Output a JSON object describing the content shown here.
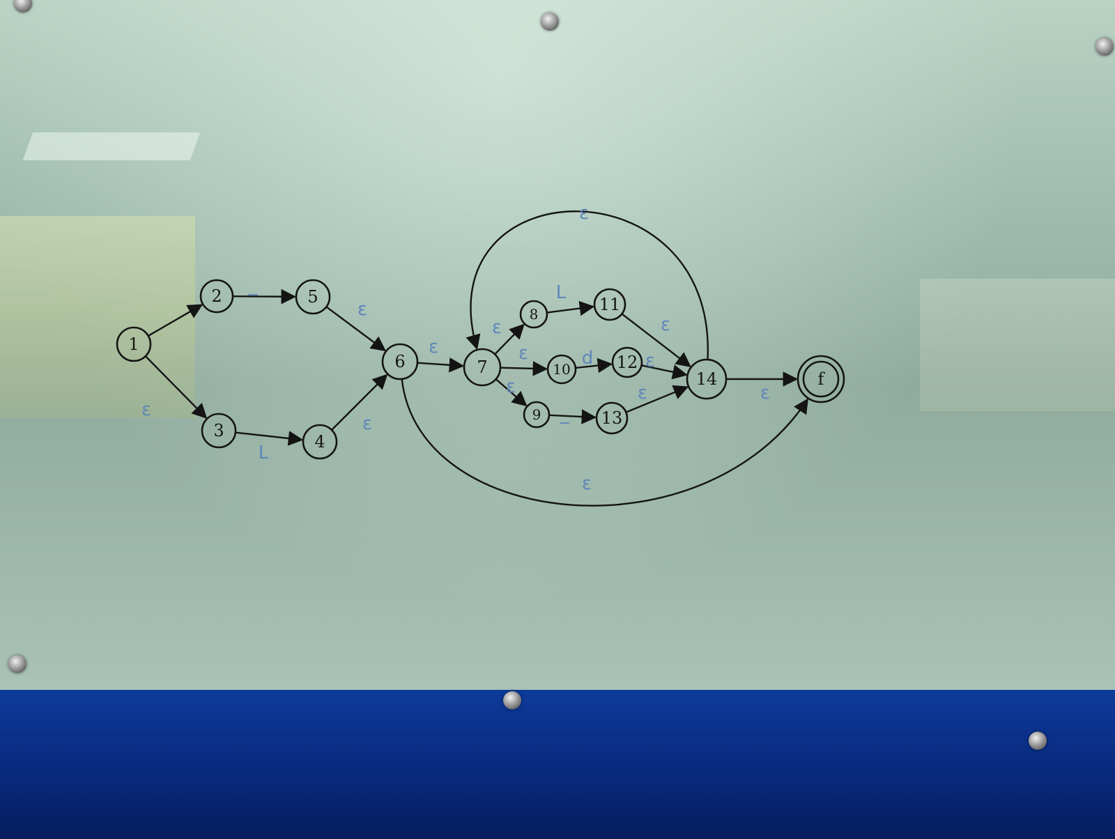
{
  "diagram": {
    "type": "state-machine",
    "colors": {
      "ink": "#141414",
      "label_ink": "#5f86b8"
    },
    "nodes": [
      {
        "id": "n1",
        "label": "1",
        "accepting": false
      },
      {
        "id": "n2",
        "label": "2",
        "accepting": false
      },
      {
        "id": "n3",
        "label": "3",
        "accepting": false
      },
      {
        "id": "n4",
        "label": "4",
        "accepting": false
      },
      {
        "id": "n5",
        "label": "5",
        "accepting": false
      },
      {
        "id": "n6",
        "label": "6",
        "accepting": false
      },
      {
        "id": "n7",
        "label": "7",
        "accepting": false
      },
      {
        "id": "n8",
        "label": "8",
        "accepting": false
      },
      {
        "id": "n9",
        "label": "9",
        "accepting": false
      },
      {
        "id": "n10",
        "label": "10",
        "accepting": false
      },
      {
        "id": "n11",
        "label": "11",
        "accepting": false
      },
      {
        "id": "n12",
        "label": "12",
        "accepting": false
      },
      {
        "id": "n13",
        "label": "13",
        "accepting": false
      },
      {
        "id": "n14",
        "label": "14",
        "accepting": false
      },
      {
        "id": "nf",
        "label": "f",
        "accepting": true
      }
    ],
    "edges": [
      {
        "from": "n1",
        "to": "n2",
        "label": ""
      },
      {
        "from": "n1",
        "to": "n3",
        "label": "ε"
      },
      {
        "from": "n2",
        "to": "n5",
        "label": "_"
      },
      {
        "from": "n3",
        "to": "n4",
        "label": "L"
      },
      {
        "from": "n5",
        "to": "n6",
        "label": "ε"
      },
      {
        "from": "n4",
        "to": "n6",
        "label": "ε"
      },
      {
        "from": "n6",
        "to": "n7",
        "label": "ε"
      },
      {
        "from": "n7",
        "to": "n8",
        "label": "ε"
      },
      {
        "from": "n7",
        "to": "n10",
        "label": "ε"
      },
      {
        "from": "n7",
        "to": "n9",
        "label": "ε"
      },
      {
        "from": "n8",
        "to": "n11",
        "label": "L"
      },
      {
        "from": "n10",
        "to": "n12",
        "label": "d"
      },
      {
        "from": "n9",
        "to": "n13",
        "label": "_"
      },
      {
        "from": "n11",
        "to": "n14",
        "label": "ε"
      },
      {
        "from": "n12",
        "to": "n14",
        "label": "ε"
      },
      {
        "from": "n13",
        "to": "n14",
        "label": "ε"
      },
      {
        "from": "n14",
        "to": "nf",
        "label": "ε"
      },
      {
        "from": "n14",
        "to": "n7",
        "label": "ε"
      },
      {
        "from": "n6",
        "to": "nf",
        "label": "ε"
      }
    ]
  }
}
